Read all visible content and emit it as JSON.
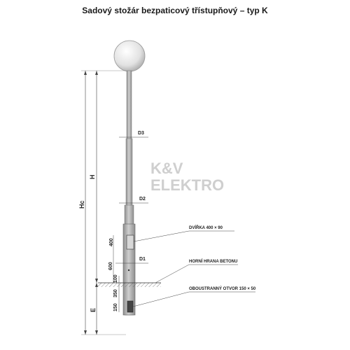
{
  "title": "Sadový stožár bezpaticový třístupňový – typ K",
  "watermark": {
    "line1": "K&V",
    "line2": "ELEKTRO"
  },
  "dimensions": {
    "d3": "D3",
    "d2": "D2",
    "d1": "D1",
    "h": "H",
    "hc": "Hc",
    "e": "E",
    "door_height": "400",
    "door_offset": "600",
    "upper_collar": "100",
    "opening_offset": "350",
    "opening_height": "150"
  },
  "labels": {
    "door": "DVÍŘKA 400 × 90",
    "concrete_edge": "HORNÍ HRANA BETONU",
    "cable_opening": "OBOUSTRANNÝ OTVOR 150 × 50"
  },
  "colors": {
    "pole": "#b9b9b9",
    "pole_dark": "#8a8a8a",
    "line": "#333333",
    "globe": "#e4e4e4"
  }
}
